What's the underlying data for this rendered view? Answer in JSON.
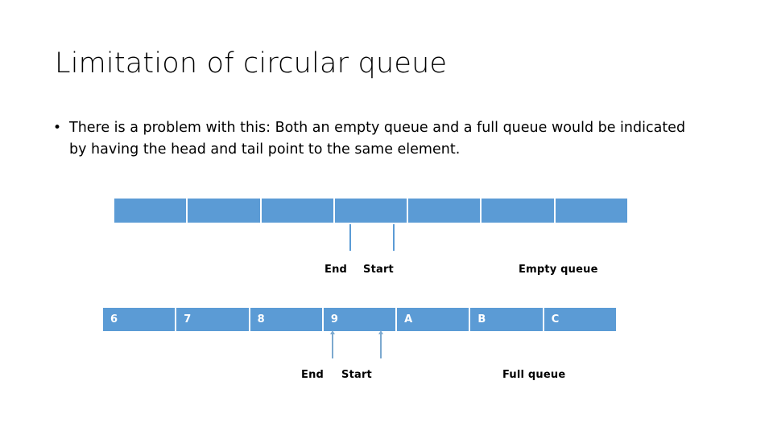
{
  "slide": {
    "title": "Limitation of circular queue",
    "bullet_mark": "•",
    "body_text": "There is a problem with this: Both an empty queue and a full queue would be indicated by having the head and tail point to the same element.",
    "accent_color": "#5B9BD5",
    "cell_text_color": "#FFFFFF",
    "background_color": "#FFFFFF"
  },
  "empty_queue": {
    "caption": "Empty queue",
    "cells": [
      "",
      "",
      "",
      "",
      "",
      "",
      ""
    ],
    "pointers": [
      {
        "label": "End"
      },
      {
        "label": "Start"
      }
    ]
  },
  "full_queue": {
    "caption": "Full queue",
    "cells": [
      "6",
      "7",
      "8",
      "9",
      "A",
      "B",
      "C"
    ],
    "pointers": [
      {
        "label": "End"
      },
      {
        "label": "Start"
      }
    ]
  }
}
